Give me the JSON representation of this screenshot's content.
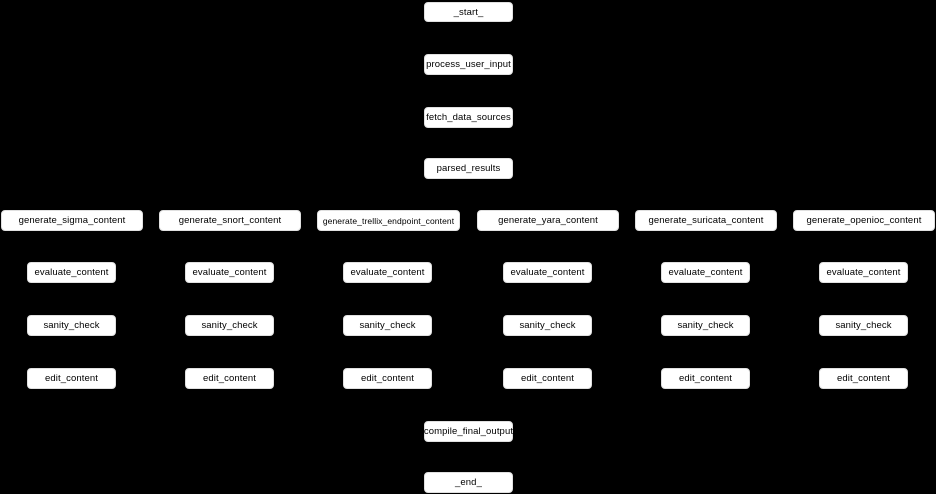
{
  "diagram": {
    "type": "flowchart",
    "colors": {
      "background": "#000000",
      "node_fill": "#ffffff",
      "node_border": "#e0e0e0",
      "node_text": "#000000"
    },
    "pipeline_top": [
      "_start_",
      "process_user_input",
      "fetch_data_sources",
      "parsed_results"
    ],
    "branches": [
      {
        "generator": "generate_sigma_content",
        "steps": [
          "evaluate_content",
          "sanity_check",
          "edit_content"
        ]
      },
      {
        "generator": "generate_snort_content",
        "steps": [
          "evaluate_content",
          "sanity_check",
          "edit_content"
        ]
      },
      {
        "generator": "generate_trellix_endpoint_content",
        "steps": [
          "evaluate_content",
          "sanity_check",
          "edit_content"
        ]
      },
      {
        "generator": "generate_yara_content",
        "steps": [
          "evaluate_content",
          "sanity_check",
          "edit_content"
        ]
      },
      {
        "generator": "generate_suricata_content",
        "steps": [
          "evaluate_content",
          "sanity_check",
          "edit_content"
        ]
      },
      {
        "generator": "generate_openioc_content",
        "steps": [
          "evaluate_content",
          "sanity_check",
          "edit_content"
        ]
      }
    ],
    "pipeline_bottom": [
      "compile_final_output",
      "_end_"
    ]
  }
}
